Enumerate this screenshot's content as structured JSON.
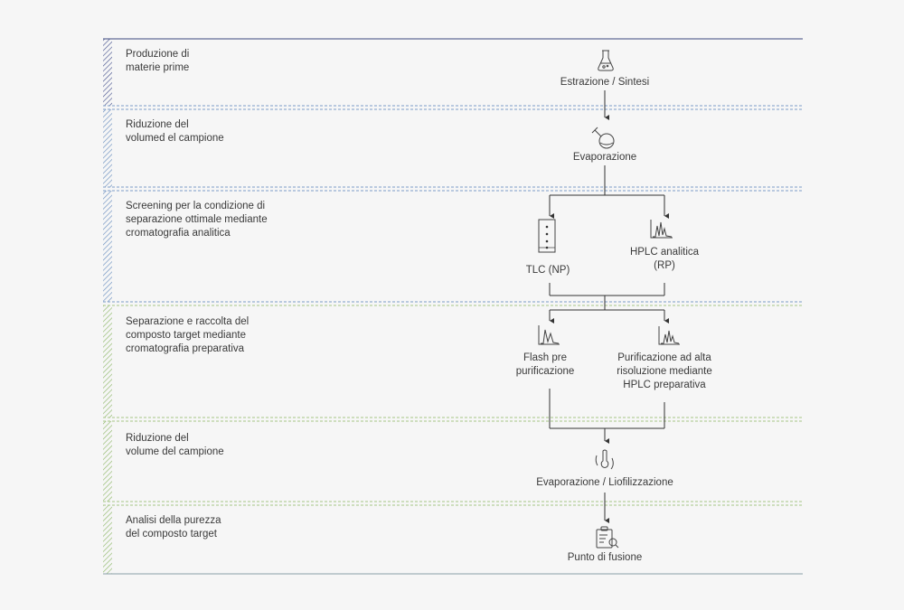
{
  "stages": [
    {
      "id": "stage-1",
      "lines": [
        "Produzione di",
        "materie prime"
      ]
    },
    {
      "id": "stage-2",
      "lines": [
        "Riduzione del",
        "volumed el campione"
      ]
    },
    {
      "id": "stage-3",
      "lines": [
        "Screening per la condizione di",
        "separazione ottimale mediante",
        "cromatografia analitica"
      ]
    },
    {
      "id": "stage-4",
      "lines": [
        "Separazione e raccolta del",
        "composto target mediante",
        "cromatografia preparativa"
      ]
    },
    {
      "id": "stage-5",
      "lines": [
        "Riduzione del",
        "volume del campione"
      ]
    },
    {
      "id": "stage-6",
      "lines": [
        "Analisi della purezza",
        "del composto target"
      ]
    }
  ],
  "nodes": {
    "estrazione": {
      "lines": [
        "Estrazione / Sintesi"
      ],
      "icon": "flask-icon"
    },
    "evaporazione": {
      "lines": [
        "Evaporazione"
      ],
      "icon": "round-flask-icon"
    },
    "tlc": {
      "lines": [
        "TLC (NP)"
      ],
      "icon": "tlc-plate-icon"
    },
    "hplc_analitica": {
      "lines": [
        "HPLC analitica",
        "(RP)"
      ],
      "icon": "chromatogram-icon"
    },
    "flash": {
      "lines": [
        "Flash pre",
        "purificazione"
      ],
      "icon": "chromatogram-icon"
    },
    "hplc_prep": {
      "lines": [
        "Purificazione ad alta",
        "risoluzione mediante",
        "HPLC preparativa"
      ],
      "icon": "chromatogram-icon"
    },
    "evap_lio": {
      "lines": [
        "Evaporazione / Liofilizzazione"
      ],
      "icon": "thermometer-icon"
    },
    "fusione": {
      "lines": [
        "Punto di fusione"
      ],
      "icon": "clipboard-search-icon"
    }
  },
  "colors": {
    "blue_stage": "#6a8fc0",
    "green_stage": "#8fb86a",
    "top_rule": "#3f4a80",
    "bottom_rule": "#8aa0a8",
    "connector": "#333333"
  }
}
